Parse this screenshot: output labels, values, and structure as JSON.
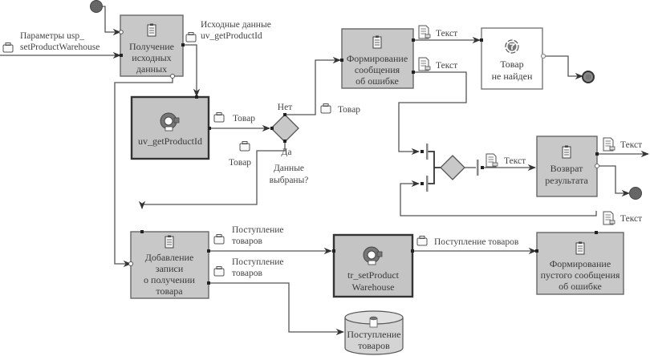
{
  "diagram": {
    "nodes": {
      "get_input": {
        "lines": [
          "Получение",
          "исходных",
          "данных"
        ],
        "icon": "checklist-icon"
      },
      "uv_get": {
        "lines": [
          "uv_getProductId"
        ],
        "icon": "view-query-icon"
      },
      "form_error": {
        "lines": [
          "Формирование",
          "сообщения",
          "об ошибке"
        ],
        "icon": "checklist-icon"
      },
      "not_found": {
        "lines": [
          "Товар",
          "не найден"
        ],
        "icon": "exception-icon"
      },
      "return_result": {
        "lines": [
          "Возврат",
          "результата"
        ],
        "icon": "checklist-icon"
      },
      "add_record": {
        "lines": [
          "Добавление",
          "записи",
          "о получении",
          "товара"
        ],
        "icon": "checklist-icon"
      },
      "tr_set": {
        "lines": [
          "tr_setProduct",
          "Warehouse"
        ],
        "icon": "trigger-icon"
      },
      "form_empty_error": {
        "lines": [
          "Формирование",
          "пустого сообщения",
          "об ошибке"
        ],
        "icon": "checklist-icon"
      },
      "datastore": {
        "lines": [
          "Поступление",
          "товаров"
        ],
        "icon": "database-icon"
      }
    },
    "gateway": {
      "question": [
        "Данные",
        "выбраны?"
      ],
      "yes": "Да",
      "no": "Нет"
    },
    "labels": {
      "params": [
        "Параметры usp_",
        "setProductWarehouse"
      ],
      "input_data": [
        "Исходные данные",
        "uv_getProductId"
      ],
      "product_1": "Товар",
      "product_2": "Товар",
      "product_3": "Товар",
      "text_1": "Текст",
      "text_2": "Текст",
      "text_3": "Текст",
      "text_4": "Текст",
      "text_5": "Текст",
      "receipt_1": [
        "Поступление",
        "товаров"
      ],
      "receipt_2": [
        "Поступление",
        "товаров"
      ],
      "receipt_3": "Поступление товаров"
    },
    "colors": {
      "node_fill": "#c8c8c8",
      "line": "#555555",
      "event": "#666666"
    }
  }
}
